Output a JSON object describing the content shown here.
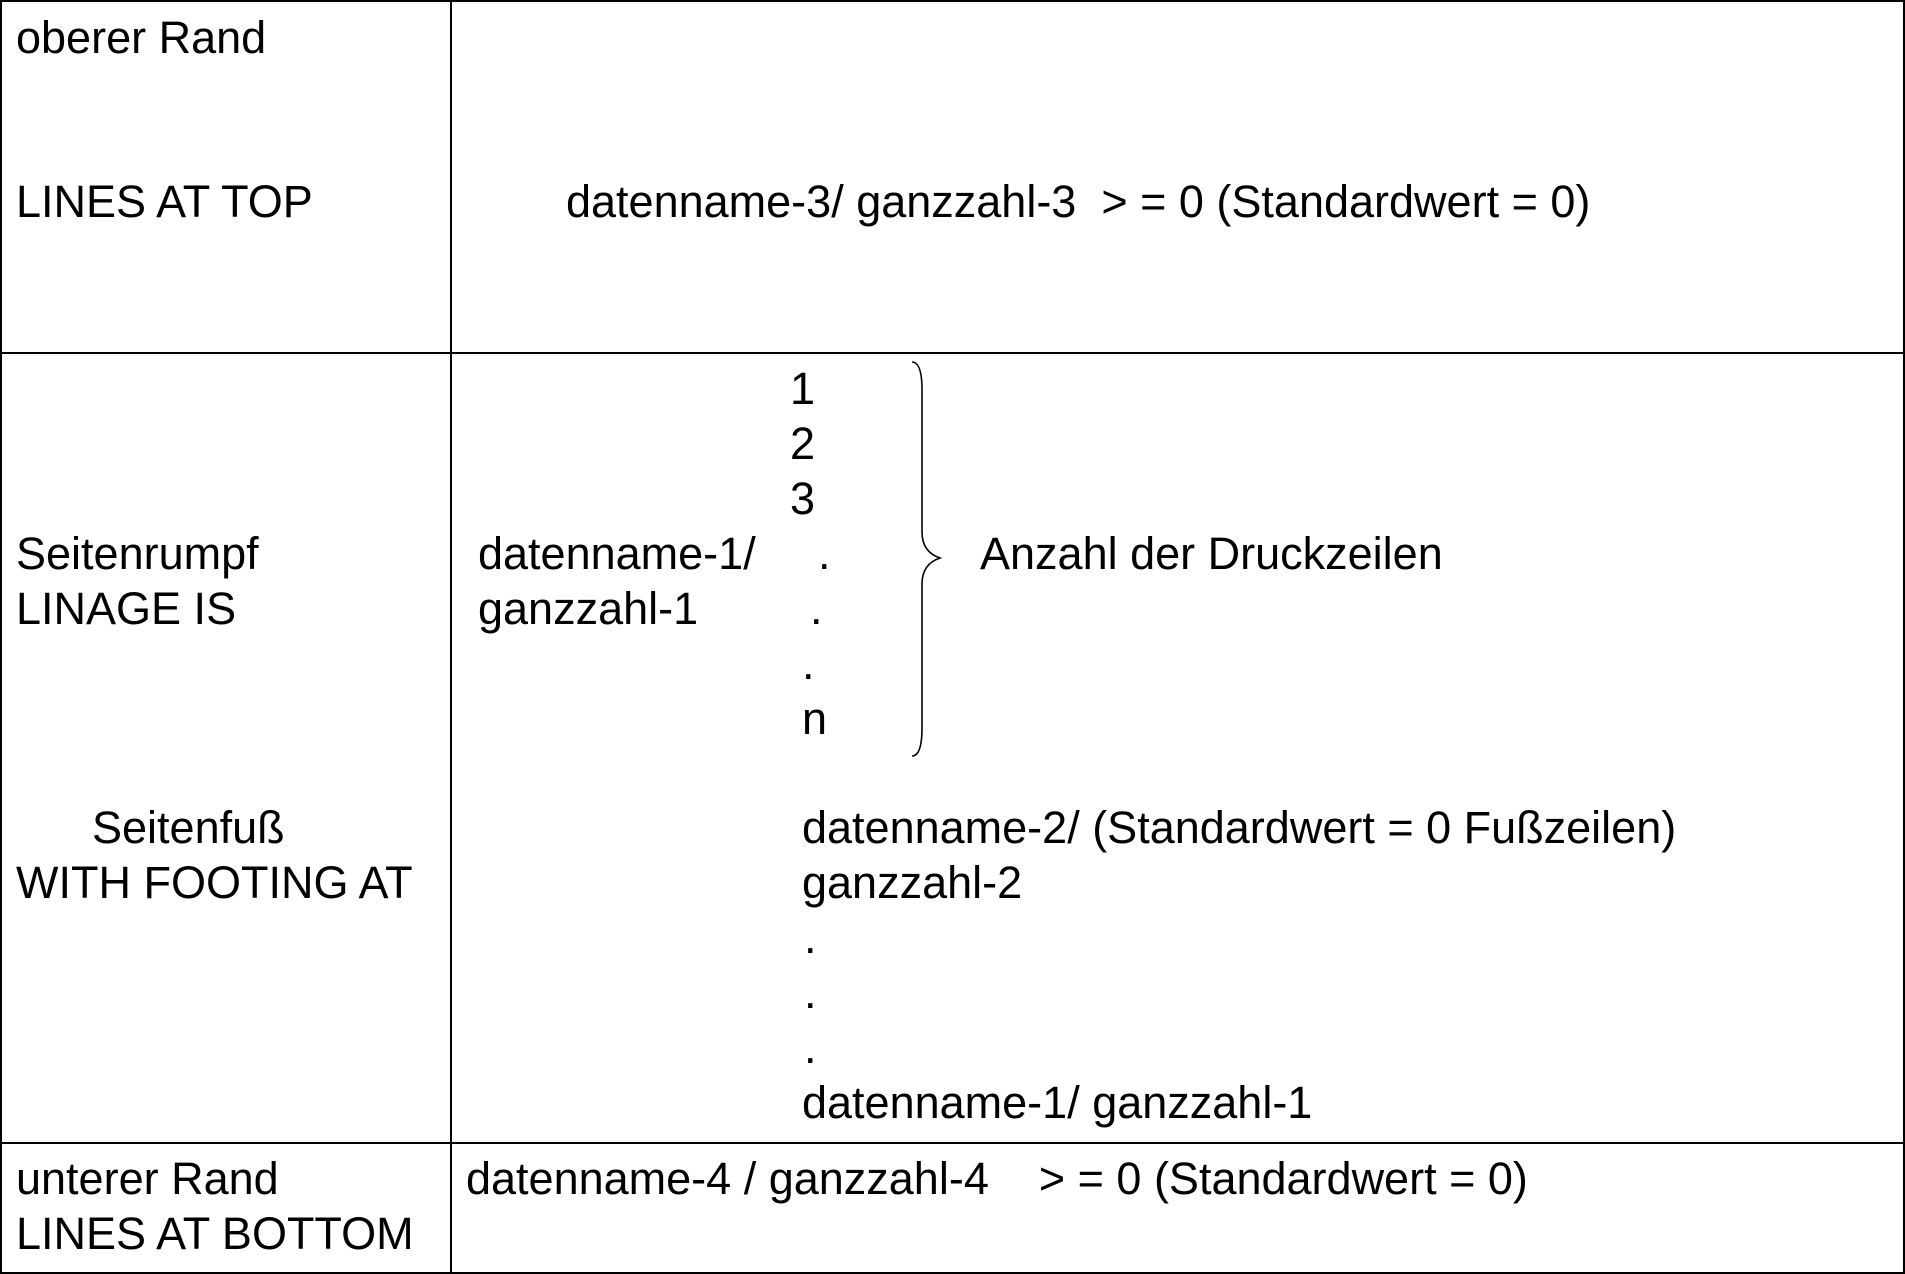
{
  "top_margin": {
    "label_de": "oberer Rand",
    "label_cobol": "LINES AT TOP",
    "value": "datenname-3/ ganzzahl-3  > = 0 (Standardwert = 0)"
  },
  "page_body": {
    "label_de": "Seitenrumpf",
    "label_cobol": "LINAGE IS",
    "operand_line1": "datenname-1/",
    "operand_line2": "ganzzahl-1",
    "line_numbers": [
      "1",
      "2",
      "3",
      ".",
      ".",
      ".",
      "n"
    ],
    "brace_label": "Anzahl der Druckzeilen"
  },
  "footing": {
    "label_de": "Seitenfuß",
    "label_cobol": "WITH FOOTING AT",
    "value_line1": "datenname-2/ (Standardwert = 0 Fußzeilen)",
    "value_line2": "ganzzahl-2",
    "dots": [
      ".",
      ".",
      "."
    ],
    "value_last": "datenname-1/ ganzzahl-1"
  },
  "bottom_margin": {
    "label_de": "unterer Rand",
    "label_cobol": "LINES AT BOTTOM",
    "value": "datenname-4 / ganzzahl-4    > = 0 (Standardwert = 0)"
  }
}
